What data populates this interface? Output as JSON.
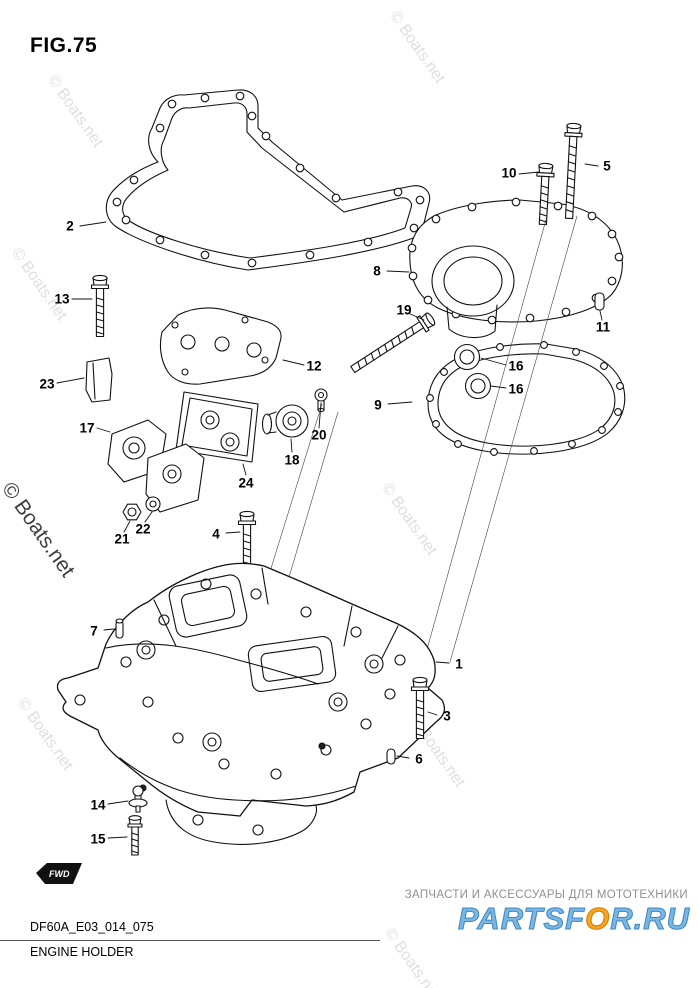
{
  "figure": {
    "label": "FIG.75"
  },
  "watermark": "© Boats.net",
  "fwd": "FWD",
  "footer": {
    "code": "DF60A_E03_014_075",
    "title": "ENGINE HOLDER",
    "tagline": "ЗАПЧАСТИ И АКСЕССУАРЫ ДЛЯ МОТОТЕХНИКИ",
    "logo": {
      "part1": "PARTSF",
      "part2": "O",
      "part3": "R.RU"
    }
  },
  "callouts": {
    "c1": "1",
    "c2": "2",
    "c3": "3",
    "c4": "4",
    "c5": "5",
    "c6": "6",
    "c7": "7",
    "c8": "8",
    "c9": "9",
    "c10": "10",
    "c11": "11",
    "c12": "12",
    "c13": "13",
    "c14": "14",
    "c15": "15",
    "c16a": "16",
    "c16b": "16",
    "c17": "17",
    "c18": "18",
    "c19": "19",
    "c20": "20",
    "c21": "21",
    "c22": "22",
    "c23": "23",
    "c24": "24"
  }
}
